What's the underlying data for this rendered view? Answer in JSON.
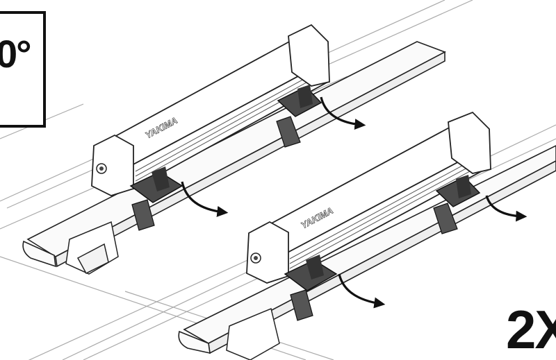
{
  "callouts": {
    "angle": "0°",
    "quantity": "2X"
  },
  "racks": [
    {
      "brand": "YAKIMA"
    },
    {
      "brand": "YAKIMA"
    }
  ],
  "colors": {
    "line": "#222222",
    "body_fill": "#ffffff",
    "dark_part": "#4a4a4a",
    "bar_fill": "#fafafa"
  },
  "icons": [
    "arrow-icon"
  ]
}
